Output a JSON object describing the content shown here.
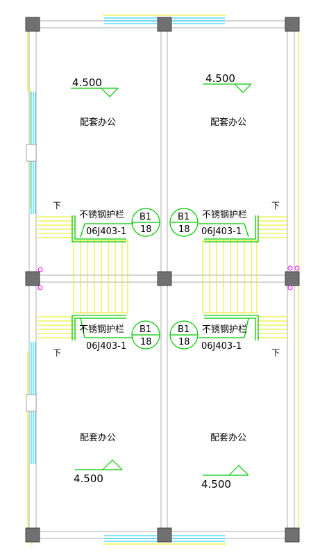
{
  "rooms": [
    {
      "name": "配套办公",
      "elevation": "4.500"
    },
    {
      "name": "配套办公",
      "elevation": "4.500"
    },
    {
      "name": "配套办公",
      "elevation": "4.500"
    },
    {
      "name": "配套办公",
      "elevation": "4.500"
    }
  ],
  "stairs": [
    {
      "railing": "不锈钢护栏",
      "code": "06J403-1",
      "tag_top": "B1",
      "tag_bottom": "18",
      "down": "下"
    },
    {
      "railing": "不锈钢护栏",
      "code": "06J403-1",
      "tag_top": "B1",
      "tag_bottom": "18",
      "down": "下"
    },
    {
      "railing": "不锈钢护栏",
      "code": "06J403-1",
      "tag_top": "B1",
      "tag_bottom": "18",
      "down": "下"
    },
    {
      "railing": "不锈钢护栏",
      "code": "06J403-1",
      "tag_top": "B1",
      "tag_bottom": "18",
      "down": "下"
    }
  ],
  "colors": {
    "wall": "#c8c8c8",
    "column": "#707070",
    "window": "#00c8ff",
    "yellow": "#e8e800",
    "green": "#00c800",
    "magenta": "#ff00ff"
  }
}
